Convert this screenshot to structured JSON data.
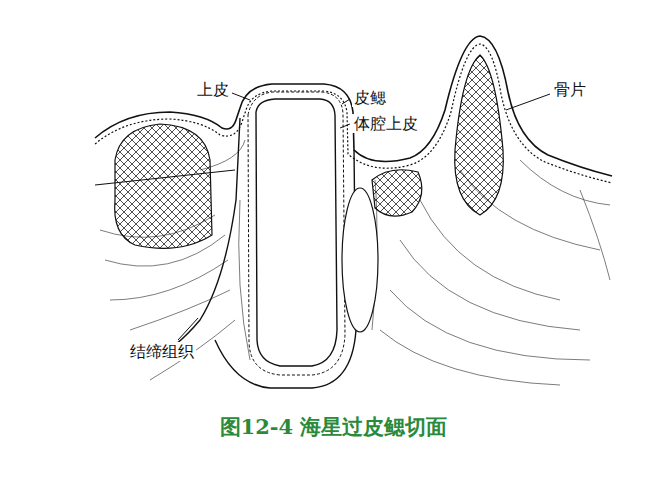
{
  "diagram": {
    "caption": "图12-4 海星过皮鳃切面",
    "labels": [
      "上皮",
      "皮鳃",
      "体腔上皮",
      "骨片",
      "结缔组织"
    ]
  }
}
